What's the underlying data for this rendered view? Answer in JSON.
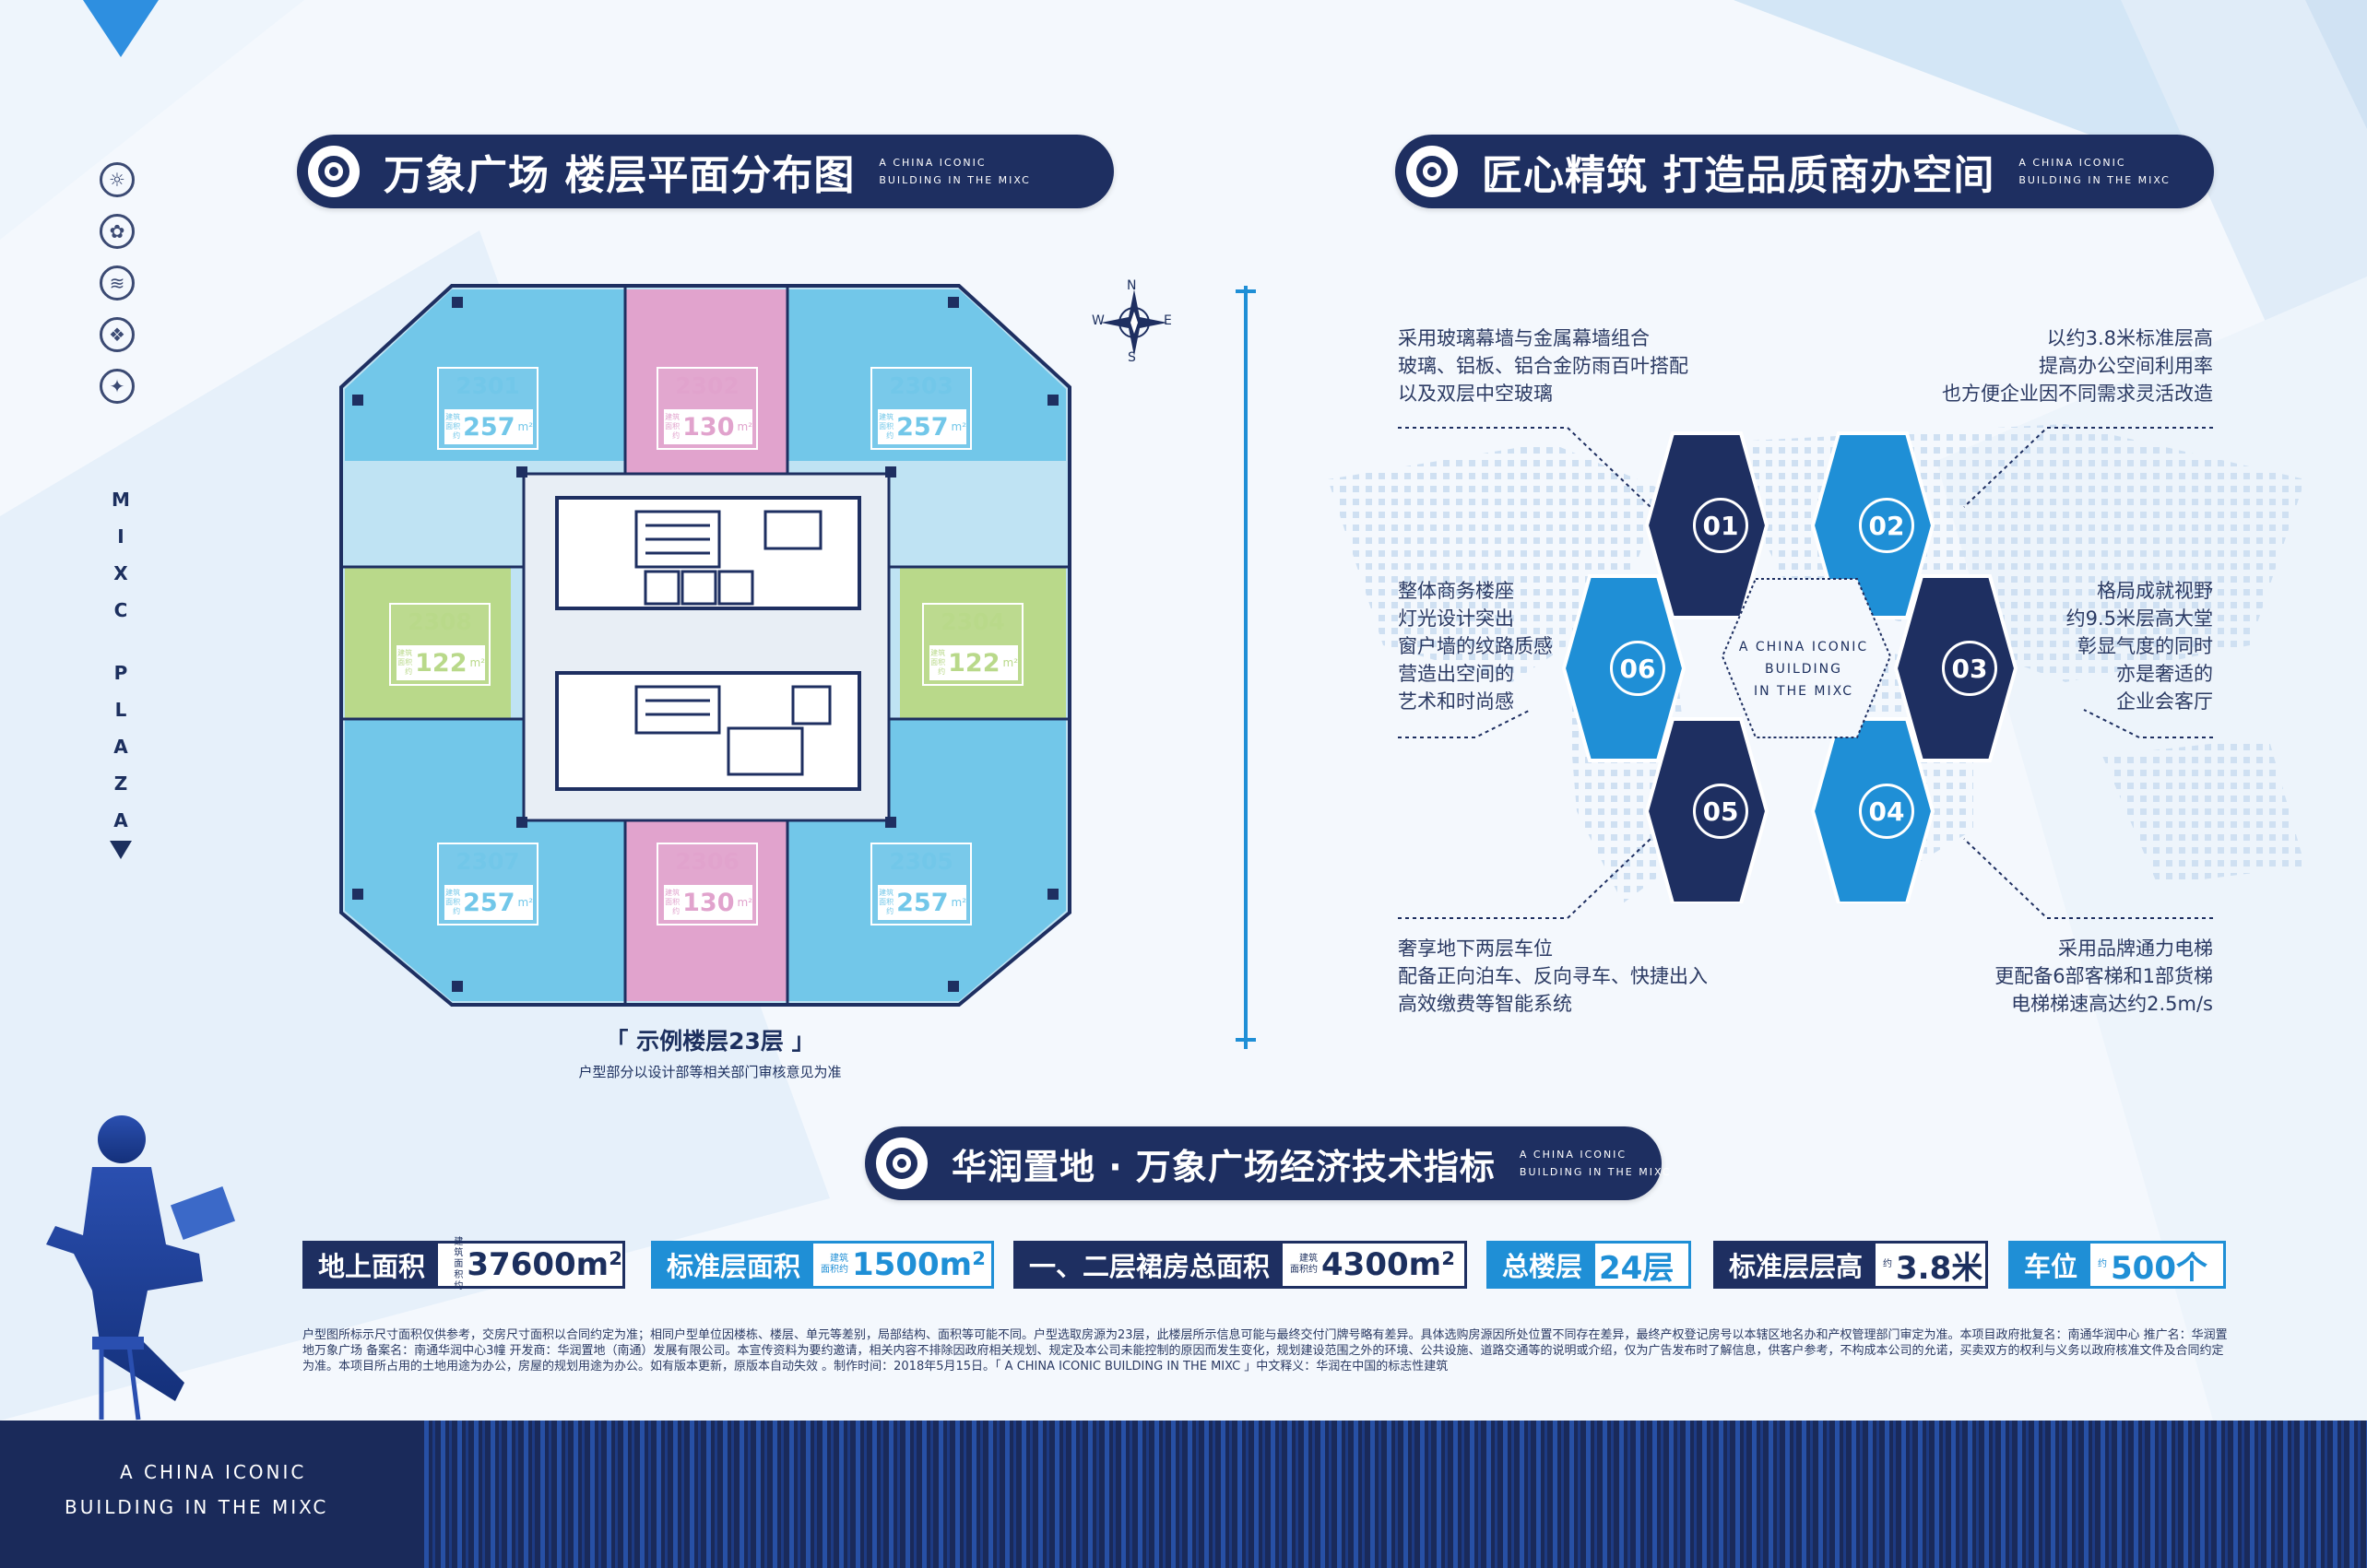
{
  "brand": {
    "vertical_text": "MIXC PLAZA",
    "tagline_line1": "A CHINA ICONIC",
    "tagline_line2": "BUILDING IN THE MIXC"
  },
  "colors": {
    "navy": "#1e2f61",
    "blue": "#1f8fd6",
    "unit_blue": "#72c7e9",
    "unit_pink": "#e1a3cd",
    "unit_green": "#b9d98a"
  },
  "side_icons": [
    "sun-seal-icon",
    "flower-seal-icon",
    "wave-seal-icon",
    "lattice-seal-icon",
    "star-seal-icon"
  ],
  "floorplan_section": {
    "title": "万象广场 楼层平面分布图",
    "sub1": "A CHINA ICONIC",
    "sub2": "BUILDING IN THE MIXC",
    "compass": {
      "n": "N",
      "s": "S",
      "e": "E",
      "w": "W"
    },
    "units": [
      {
        "no": "2301",
        "tag1": "建筑",
        "tag2": "面积约",
        "area": "257",
        "unit": "m²",
        "color": "blue"
      },
      {
        "no": "2302",
        "tag1": "建筑",
        "tag2": "面积约",
        "area": "130",
        "unit": "m²",
        "color": "pink"
      },
      {
        "no": "2303",
        "tag1": "建筑",
        "tag2": "面积约",
        "area": "257",
        "unit": "m²",
        "color": "blue"
      },
      {
        "no": "2304",
        "tag1": "建筑",
        "tag2": "面积约",
        "area": "122",
        "unit": "m²",
        "color": "green"
      },
      {
        "no": "2305",
        "tag1": "建筑",
        "tag2": "面积约",
        "area": "257",
        "unit": "m²",
        "color": "blue"
      },
      {
        "no": "2306",
        "tag1": "建筑",
        "tag2": "面积约",
        "area": "130",
        "unit": "m²",
        "color": "pink"
      },
      {
        "no": "2307",
        "tag1": "建筑",
        "tag2": "面积约",
        "area": "257",
        "unit": "m²",
        "color": "blue"
      },
      {
        "no": "2308",
        "tag1": "建筑",
        "tag2": "面积约",
        "area": "122",
        "unit": "m²",
        "color": "green"
      }
    ],
    "caption": "「 示例楼层23层 」",
    "note": "户型部分以设计部等相关部门审核意见为准"
  },
  "quality_section": {
    "title": "匠心精筑 打造品质商办空间",
    "sub1": "A CHINA ICONIC",
    "sub2": "BUILDING IN THE MIXC",
    "center_line1": "A CHINA ICONIC",
    "center_line2": "BUILDING",
    "center_line3": "IN THE MIXC",
    "hex_numbers": [
      "01",
      "02",
      "03",
      "04",
      "05",
      "06"
    ],
    "features": [
      {
        "lines": [
          "采用玻璃幕墙与金属幕墙组合",
          "玻璃、铝板、铝合金防雨百叶搭配",
          "以及双层中空玻璃"
        ]
      },
      {
        "lines": [
          "以约3.8米标准层高",
          "提高办公空间利用率",
          "也方便企业因不同需求灵活改造"
        ]
      },
      {
        "lines": [
          "格局成就视野",
          "约9.5米层高大堂",
          "彰显气度的同时",
          "亦是奢适的",
          "企业会客厅"
        ]
      },
      {
        "lines": [
          "采用品牌通力电梯",
          "更配备6部客梯和1部货梯",
          "电梯梯速高达约2.5m/s"
        ]
      },
      {
        "lines": [
          "奢享地下两层车位",
          "配备正向泊车、反向寻车、快捷出入",
          "高效缴费等智能系统"
        ]
      },
      {
        "lines": [
          "整体商务楼座",
          "灯光设计突出",
          "窗户墙的纹路质感",
          "营造出空间的",
          "艺术和时尚感"
        ]
      }
    ]
  },
  "indicators_section": {
    "title": "华润置地 · 万象广场经济技术指标",
    "sub1": "A CHINA ICONIC",
    "sub2": "BUILDING IN THE MIXC",
    "stats": [
      {
        "label": "地上面积",
        "tag1": "建筑",
        "tag2": "面积约",
        "value": "37600m²",
        "style": "dark"
      },
      {
        "label": "标准层面积",
        "tag1": "建筑",
        "tag2": "面积约",
        "value": "1500m²",
        "style": "light"
      },
      {
        "label": "一、二层裙房总面积",
        "tag1": "建筑",
        "tag2": "面积约",
        "value": "4300m²",
        "style": "dark"
      },
      {
        "label": "总楼层",
        "tag1": "",
        "tag2": "",
        "value": "24层",
        "style": "light"
      },
      {
        "label": "标准层层高",
        "tag1": "",
        "tag2": "约",
        "value": "3.8米",
        "style": "dark"
      },
      {
        "label": "车位",
        "tag1": "",
        "tag2": "约",
        "value": "500个",
        "style": "light"
      }
    ]
  },
  "disclaimer": "户型图所标示尺寸面积仅供参考，交房尺寸面积以合同约定为准；相同户型单位因楼栋、楼层、单元等差别，局部结构、面积等可能不同。户型选取房源为23层，此楼层所示信息可能与最终交付门牌号略有差异。具体选购房源因所处位置不同存在差异，最终产权登记房号以本辖区地名办和产权管理部门审定为准。本项目政府批复名：南通华润中心 推广名：华润置地万象广场 备案名：南通华润中心3幢 开发商：华润置地（南通）发展有限公司。本宣传资料为要约邀请，相关内容不排除因政府相关规划、规定及本公司未能控制的原因而发生变化，规划建设范围之外的环境、公共设施、道路交通等的说明或介绍，仅为广告发布时了解信息，供客户参考，不构成本公司的允诺，买卖双方的权利与义务以政府核准文件及合同约定为准。本项目所占用的土地用途为办公，房屋的规划用途为办公。如有版本更新，原版本自动失效 。制作时间：2018年5月15日。「 A CHINA ICONIC BUILDING IN THE MIXC 」中文释义：华润在中国的标志性建筑"
}
